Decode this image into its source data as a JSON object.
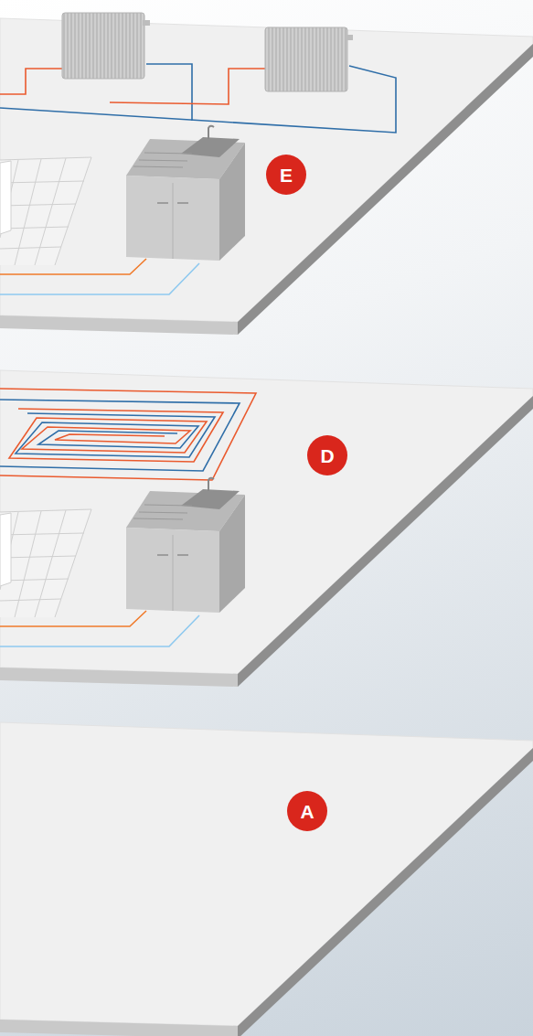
{
  "diagram": {
    "nodes": [
      {
        "text": [
          "E"
        ]
      },
      {
        "text": [
          "D"
        ]
      },
      {
        "text": [
          "A"
        ]
      }
    ]
  }
}
